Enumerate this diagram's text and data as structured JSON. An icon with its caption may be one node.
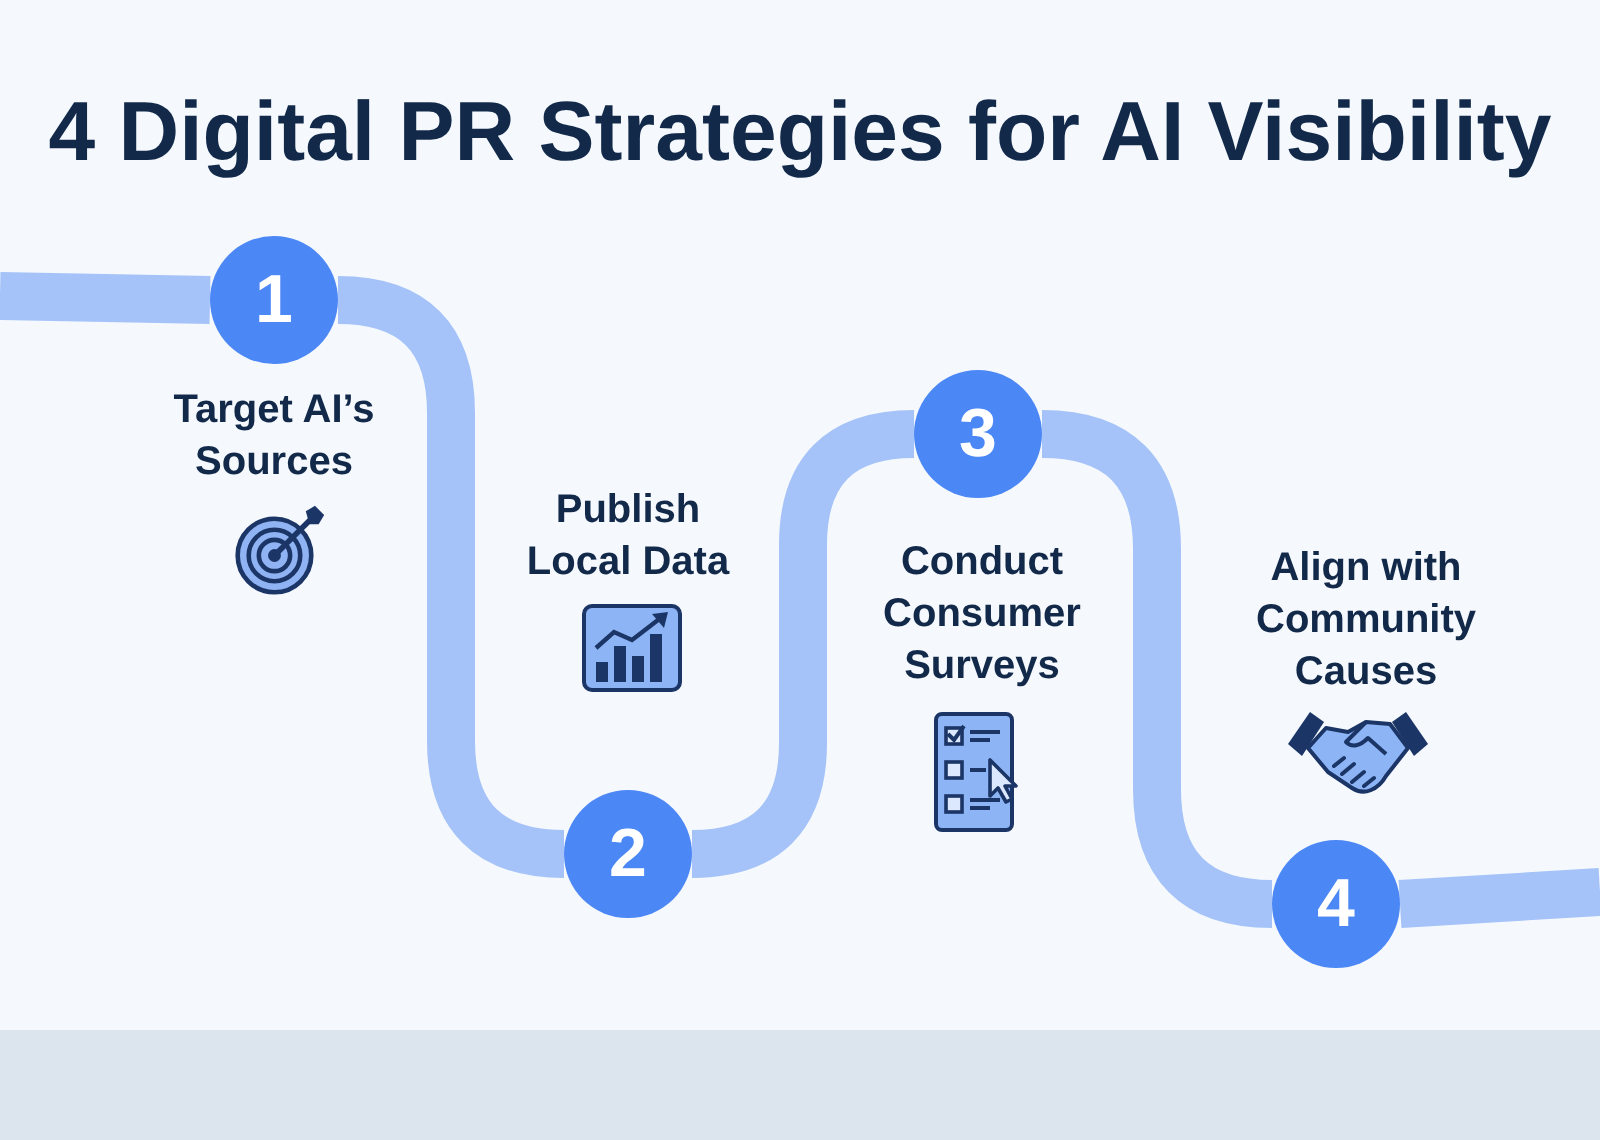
{
  "diagram": {
    "title": "4 Digital PR Strategies for AI Visibility",
    "nodes": [
      {
        "text": [
          "1"
        ],
        "beside": [
          "Target AI’s Sources"
        ]
      },
      {
        "text": [
          "2"
        ]
      },
      {
        "text": [
          "3"
        ],
        "beside": [
          "Conduct Consumer Surveys"
        ]
      },
      {
        "text": [
          "4"
        ],
        "beside": [
          "Align with Community Causes"
        ]
      }
    ],
    "edges": [
      {
        "from": null,
        "to": 0,
        "arrow": "none"
      },
      {
        "from": 0,
        "to": 1,
        "arrow": "none"
      },
      {
        "from": 1,
        "to": 2,
        "arrow": "none"
      },
      {
        "from": 2,
        "to": 3,
        "arrow": "none"
      },
      {
        "from": 3,
        "to": null,
        "arrow": "none"
      }
    ],
    "labels": [
      "Publish Local Data"
    ]
  }
}
